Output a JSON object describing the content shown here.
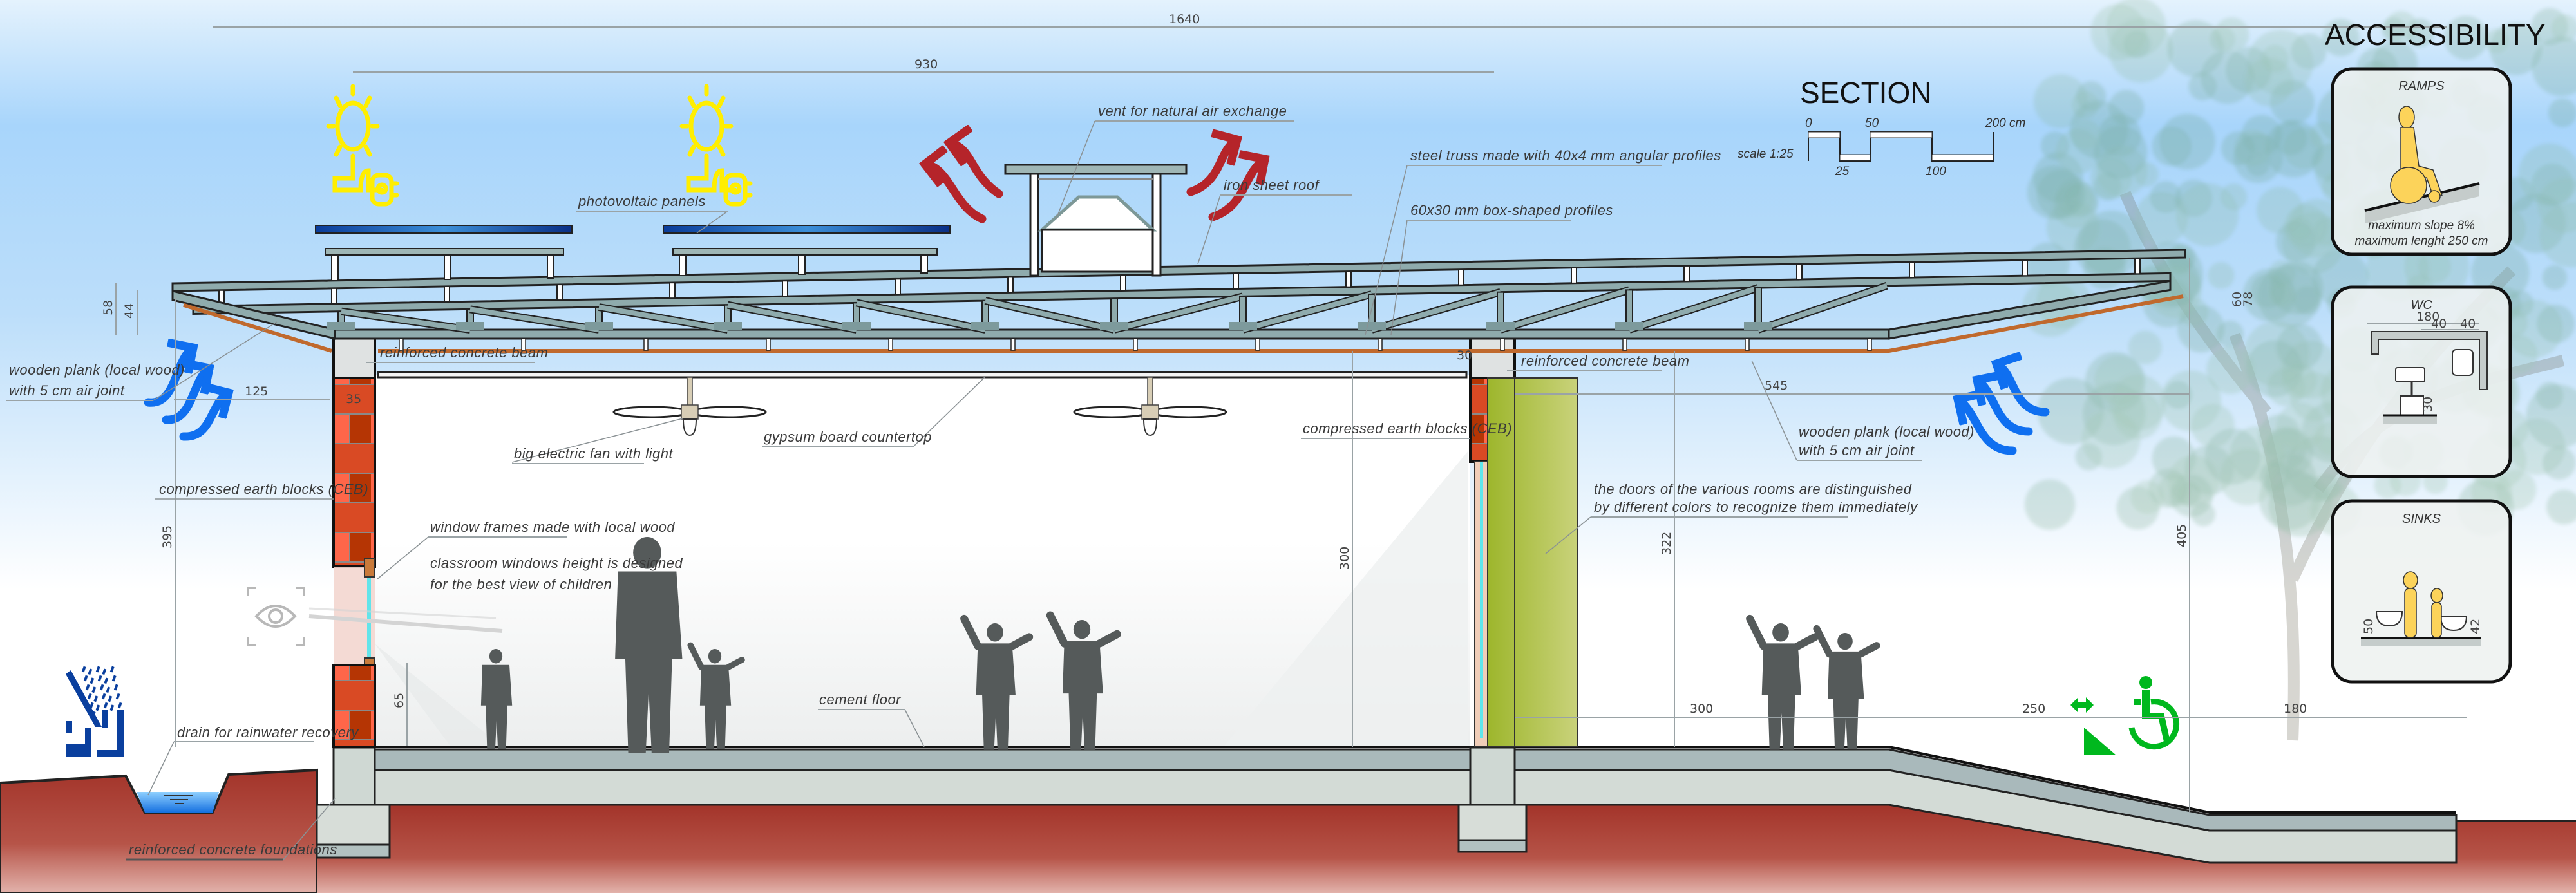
{
  "section_title": "SECTION",
  "scale_bar": {
    "label": "scale 1:25",
    "ticks_top": [
      "0",
      "50",
      "200 cm"
    ],
    "ticks_bottom": [
      "25",
      "100"
    ]
  },
  "dimensions": {
    "overall_length": "1640",
    "partial_length": "930",
    "eave_58": "58",
    "eave_44": "44",
    "overhang_left": "125",
    "beam_35": "35",
    "beam_30": "30",
    "height_left": "395",
    "window_sill": "65",
    "interior_height": "300",
    "door_height": "322",
    "overhang_right": "545",
    "height_right": "405",
    "right_60": "60",
    "right_78": "78",
    "floor_300": "300",
    "ramp_250": "250",
    "landing_180": "180"
  },
  "labels": {
    "photovoltaic": "photovoltaic panels",
    "vent": "vent for natural air exchange",
    "iron_roof": "iron sheet roof",
    "steel_truss": "steel truss made with 40x4 mm angular profiles",
    "box_profiles": "60x30 mm box-shaped profiles",
    "wood_plank_left_1": "wooden plank (local wood)",
    "wood_plank_left_2": "with 5 cm air joint",
    "beam_left": "reinforced concrete beam",
    "beam_middle": "reinforced concrete beam",
    "ceb_left": "compressed earth blocks (CEB)",
    "ceb_middle": "compressed earth blocks (CEB)",
    "fan": "big electric fan with light",
    "gypsum": "gypsum board countertop",
    "window_frames": "window frames made with local wood",
    "window_height_1": "classroom windows height is designed",
    "window_height_2": "for the best view of children",
    "doors_1": "the doors of the various rooms are distinguished",
    "doors_2": "by different colors to recognize them immediately",
    "wood_plank_right_1": "wooden plank (local wood)",
    "wood_plank_right_2": "with 5 cm air joint",
    "cement_floor": "cement floor",
    "drain": "drain for rainwater recovery",
    "foundations": "reinforced concrete foundations"
  },
  "accessibility": {
    "title": "ACCESSIBILITY",
    "ramps": {
      "title": "RAMPS",
      "line1": "maximum slope 8%",
      "line2": "maximum lenght 250 cm"
    },
    "wc": {
      "title": "WC",
      "d180": "180",
      "d40a": "40",
      "d40b": "40",
      "d30": "30"
    },
    "sinks": {
      "title": "SINKS",
      "d50": "50",
      "d42": "42"
    }
  },
  "colors": {
    "sky": "#a9d6fb",
    "ground": "#a8362b",
    "brick": "#d9482a",
    "steel": "#8fabad",
    "wood": "#c0692d",
    "door": "#9cb62e",
    "air_hot": "#b5242a",
    "air_cool": "#0f6ff0",
    "sun": "#ffee00",
    "accessibility_green": "#00b81e",
    "rain_icon": "#0a3f9e",
    "figure": "#555a5a",
    "accessibility_yellow": "#fcd35a"
  },
  "icons": [
    "sun-solar-plug-icon",
    "hot-air-arrow-icon",
    "cool-air-arrow-icon",
    "eye-view-icon",
    "rainwater-icon",
    "wheelchair-ramp-icon",
    "ceiling-fan-icon"
  ]
}
